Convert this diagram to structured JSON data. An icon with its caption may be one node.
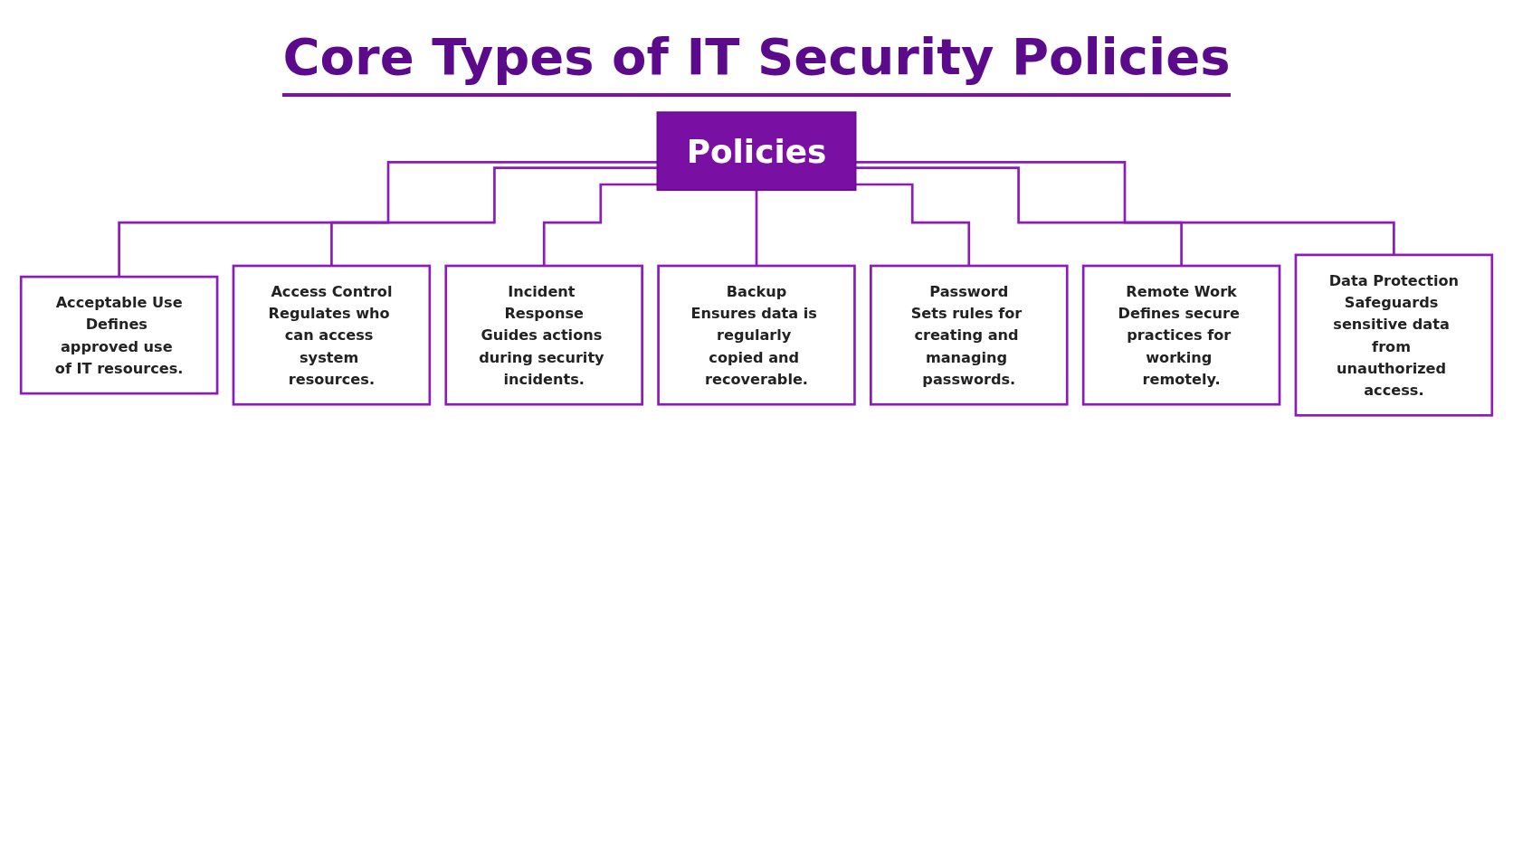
{
  "diagram": {
    "title": "Core Types of IT Security Policies",
    "nodes": [
      {
        "text": [
          "Policies"
        ]
      },
      {
        "text": [
          "Acceptable Use",
          "Defines approved use of IT resources."
        ]
      },
      {
        "text": [
          "Access Control",
          "Regulates who can access system resources."
        ]
      },
      {
        "text": [
          "Incident Response",
          "Guides actions during security incidents."
        ]
      },
      {
        "text": [
          "Backup",
          "Ensures data is regularly copied and recoverable."
        ]
      },
      {
        "text": [
          "Password",
          "Sets rules for creating and managing passwords."
        ]
      },
      {
        "text": [
          "Remote Work",
          "Defines secure practices for working remotely."
        ]
      },
      {
        "text": [
          "Data Protection",
          "Safeguards sensitive data from unauthorized access."
        ]
      }
    ],
    "edges": [
      {
        "from": 0,
        "to": 1,
        "arrow": "none"
      },
      {
        "from": 0,
        "to": 2,
        "arrow": "none"
      },
      {
        "from": 0,
        "to": 3,
        "arrow": "none"
      },
      {
        "from": 0,
        "to": 4,
        "arrow": "none"
      },
      {
        "from": 0,
        "to": 5,
        "arrow": "none"
      },
      {
        "from": 0,
        "to": 6,
        "arrow": "none"
      },
      {
        "from": 0,
        "to": 7,
        "arrow": "none"
      }
    ]
  }
}
